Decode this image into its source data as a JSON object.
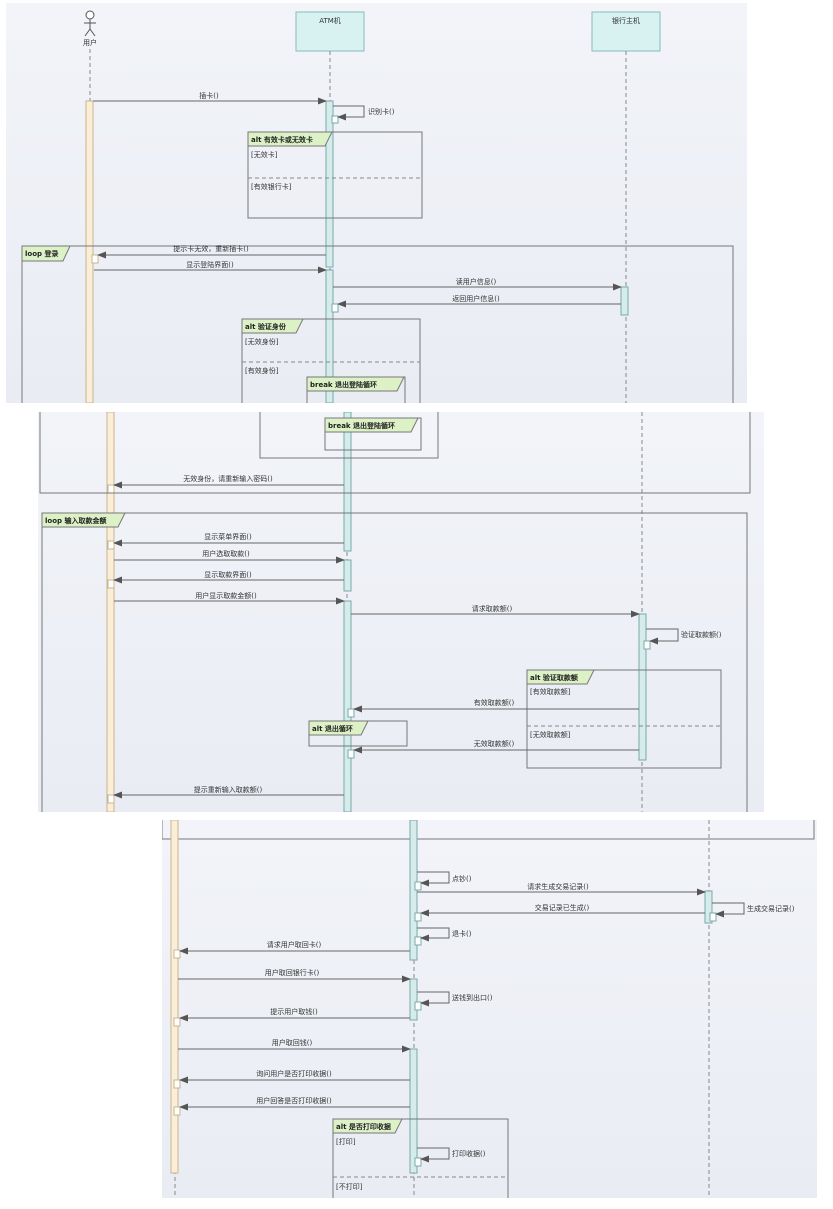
{
  "participants": {
    "user": "用户",
    "atm": "ATM机",
    "bank": "银行主机"
  },
  "messages": {
    "m_insert": "插卡()",
    "m_recognize": "识别卡()",
    "m_retry": "提示卡无效，重新插卡()",
    "m_login_ui": "显示登陆界面()",
    "m_read_user": "读用户信息()",
    "m_return_user": "返回用户信息()",
    "m_bad_identity": "无效身份，请重新输入密码()",
    "m_menu": "显示菜单界面()",
    "m_choose": "用户选取取款()",
    "m_withdraw_ui": "显示取款界面()",
    "m_amount": "用户显示取款金额()",
    "m_request": "请求取款额()",
    "m_verify": "验证取款额()",
    "m_valid": "有效取款额()",
    "m_invalid": "无效取款额()",
    "m_reenter": "提示重新输入取款额()",
    "m_count": "点钞()",
    "m_request_log": "请求生成交易记录()",
    "m_log_done": "交易记录已生成()",
    "m_gen_log": "生成交易记录()",
    "m_eject": "退卡()",
    "m_take_card_req": "请求用户取回卡()",
    "m_take_card": "用户取回银行卡()",
    "m_dispense": "送钱到出口()",
    "m_take_cash_prompt": "提示用户取钱()",
    "m_take_cash": "用户取回钱()",
    "m_ask_receipt": "询问用户是否打印收据()",
    "m_answer_receipt": "用户回答是否打印收据()",
    "m_print": "打印收据()"
  },
  "frames": {
    "f_alt_card": "alt 有效卡或无效卡",
    "g_invalid_card": "[无效卡]",
    "g_valid_card": "[有效银行卡]",
    "f_loop_login": "loop 登录",
    "f_alt_identity": "alt 验证身份",
    "g_invalid_identity": "[无效身份]",
    "g_valid_identity": "[有效身份]",
    "f_break_1": "break 退出登陆循环",
    "f_break_2": "break 退出登陆循环",
    "f_loop_amount": "loop 输入取款金额",
    "f_alt_amount": "alt 验证取款额",
    "g_valid_amount": "[有效取款额]",
    "g_invalid_amount": "[无效取款额]",
    "f_alt_exit": "alt 退出循环",
    "f_alt_receipt": "alt 是否打印收据",
    "g_print": "[打印]",
    "g_no_print": "[不打印]"
  },
  "colors": {
    "background": "#eef0f6",
    "participant_fill": "#d8f2f2",
    "activation_fill": "#d5ecea",
    "user_activation_fill": "#fbeed7",
    "frame_tag_fill": "#dcf2c6",
    "line": "#666666"
  }
}
